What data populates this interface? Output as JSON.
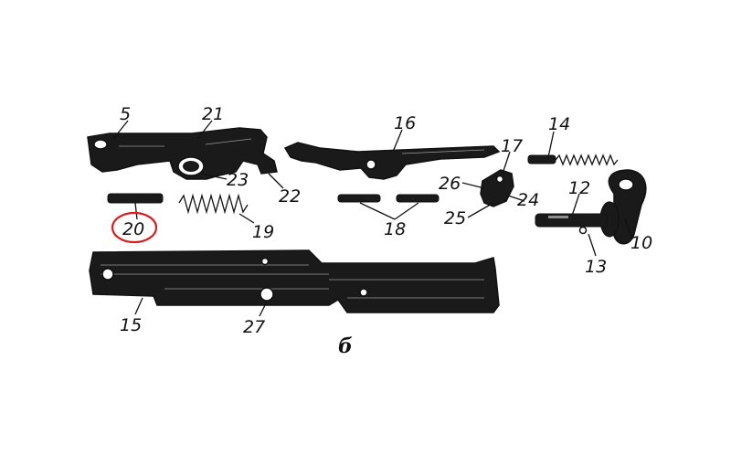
{
  "figure_label": "б",
  "parts": {
    "p5": "5",
    "p21": "21",
    "p16": "16",
    "p14": "14",
    "p17": "17",
    "p26": "26",
    "p23": "23",
    "p22": "22",
    "p24": "24",
    "p12": "12",
    "p25": "25",
    "p20": "20",
    "p19": "19",
    "p18": "18",
    "p10": "10",
    "p13": "13",
    "p15": "15",
    "p27": "27"
  },
  "highlight": {
    "part": "20",
    "color": "#d41f1f"
  }
}
